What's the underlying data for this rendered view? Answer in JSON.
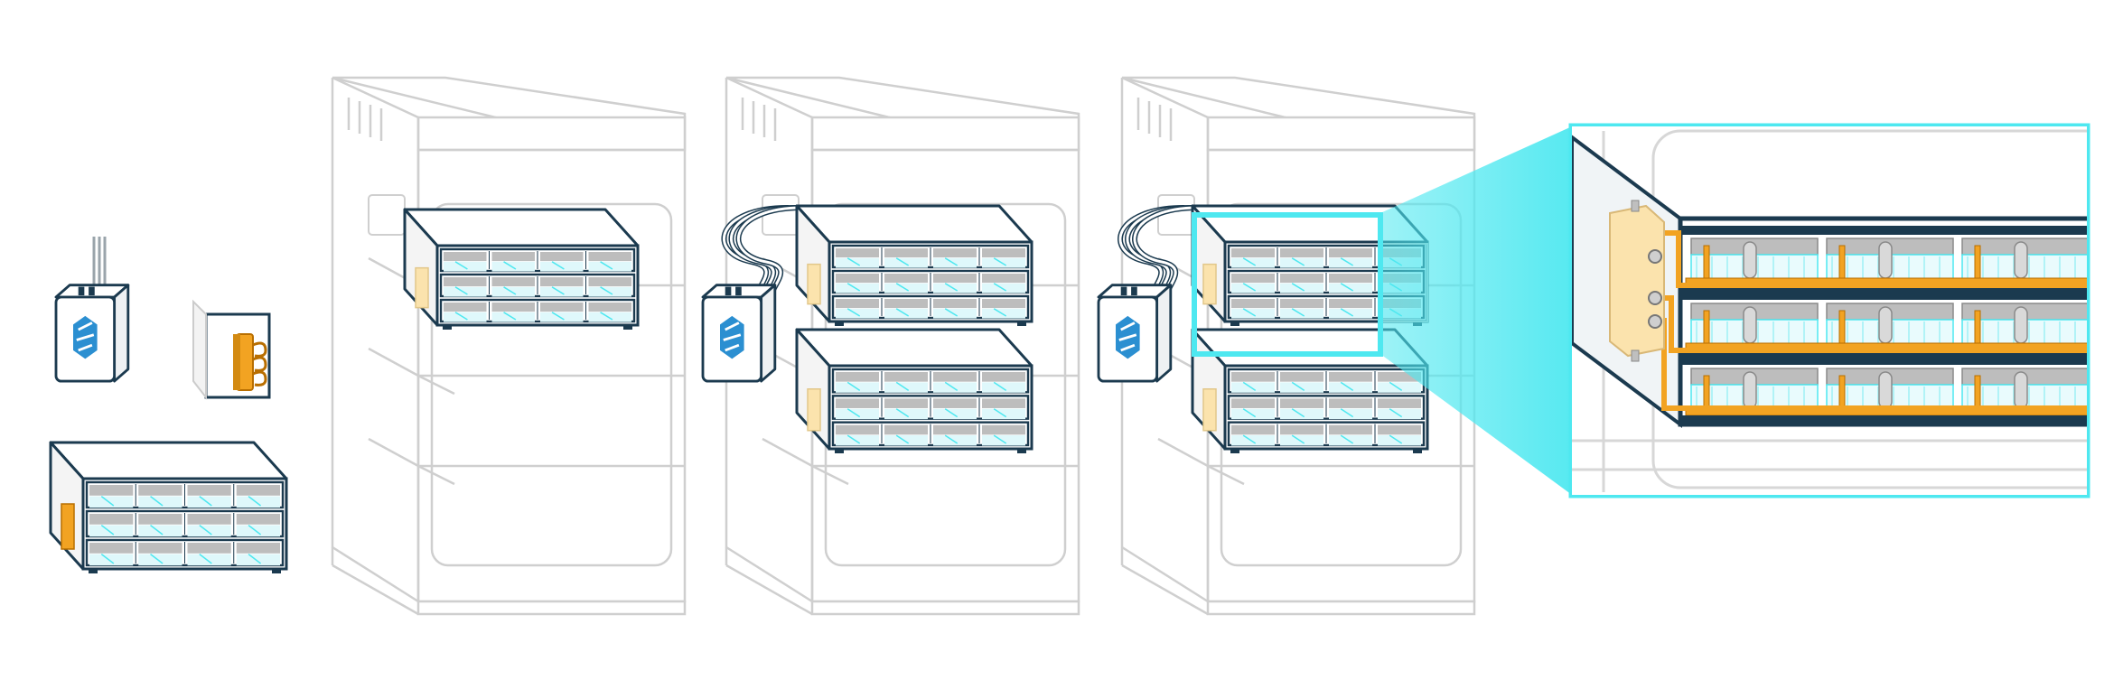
{
  "colors": {
    "background": "#ffffff",
    "rack_outline": "#cfcfcf",
    "rack_fill": "#f7f7f7",
    "server_outline": "#1b3a4f",
    "server_face": "#ffffff",
    "drive_gray": "#bdbdbd",
    "drive_light": "#e8e8e8",
    "accent_cyan": "#4ee8f0",
    "cyan_light": "#8ff3f8",
    "heat_orange": "#f2a322",
    "heat_orange_dark": "#b86e00",
    "manifold_pale": "#fbe3ad",
    "cdu_blue": "#2b8fd1",
    "hose_gray": "#9aa4ab"
  },
  "icons": [
    "cdu-icon",
    "heat-exchanger-icon",
    "server-chassis-icon",
    "rack-icon",
    "zoom-callout-icon"
  ],
  "stages": [
    {
      "id": "components",
      "racks": 0,
      "servers": 1,
      "cdu": true,
      "cooled": false
    },
    {
      "id": "rack-one-server",
      "racks": 1,
      "servers": 1,
      "cdu": false,
      "cooled": false
    },
    {
      "id": "rack-two-servers-cdu",
      "racks": 1,
      "servers": 2,
      "cdu": true,
      "cooled": false
    },
    {
      "id": "rack-zoom",
      "racks": 1,
      "servers": 2,
      "cdu": true,
      "cooled": true,
      "zoom": true
    }
  ]
}
